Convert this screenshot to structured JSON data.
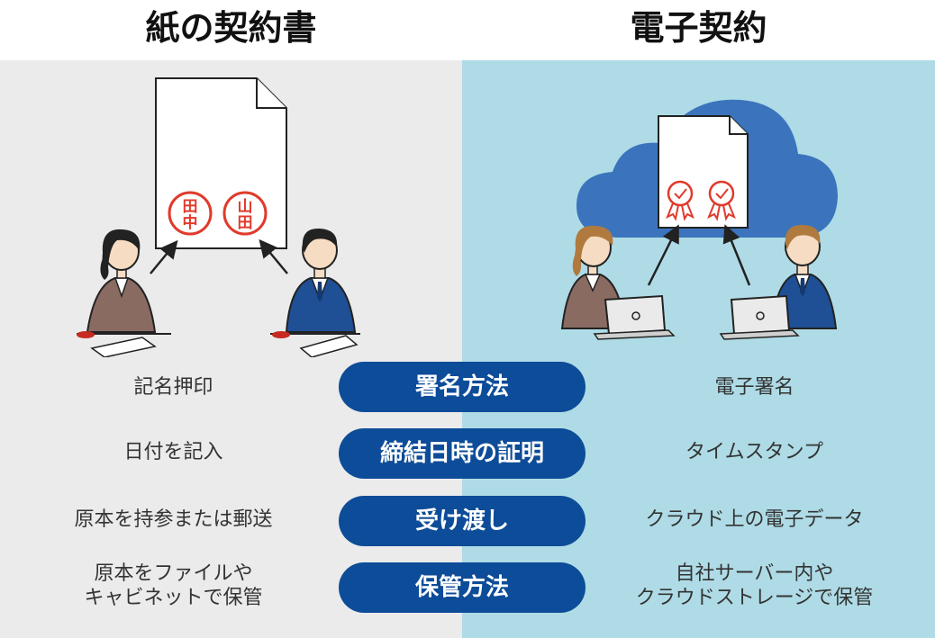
{
  "left": {
    "title": "紙の契約書"
  },
  "right": {
    "title": "電子契約"
  },
  "stamps": [
    "田中",
    "山田"
  ],
  "rows": [
    {
      "category": "署名方法",
      "paper": [
        "記名押印"
      ],
      "digital": [
        "電子署名"
      ]
    },
    {
      "category": "締結日時の証明",
      "paper": [
        "日付を記入"
      ],
      "digital": [
        "タイムスタンプ"
      ]
    },
    {
      "category": "受け渡し",
      "paper": [
        "原本を持参または郵送"
      ],
      "digital": [
        "クラウド上の電子データ"
      ]
    },
    {
      "category": "保管方法",
      "paper": [
        "原本をファイルや",
        "キャビネットで保管"
      ],
      "digital": [
        "自社サーバー内や",
        "クラウドストレージで保管"
      ]
    }
  ],
  "colors": {
    "left_bg": "#ebebeb",
    "right_bg": "#aedbe6",
    "pill": "#0d4c98",
    "stamp": "#e03a2b",
    "cloud": "#3b74bd",
    "suit_blue": "#1f4f95",
    "suit_brown": "#8a6b62"
  },
  "icons": [
    "document-icon",
    "stamp-icon",
    "cloud-icon",
    "certificate-ribbon-icon",
    "laptop-icon",
    "person-icon",
    "arrow-icon"
  ]
}
